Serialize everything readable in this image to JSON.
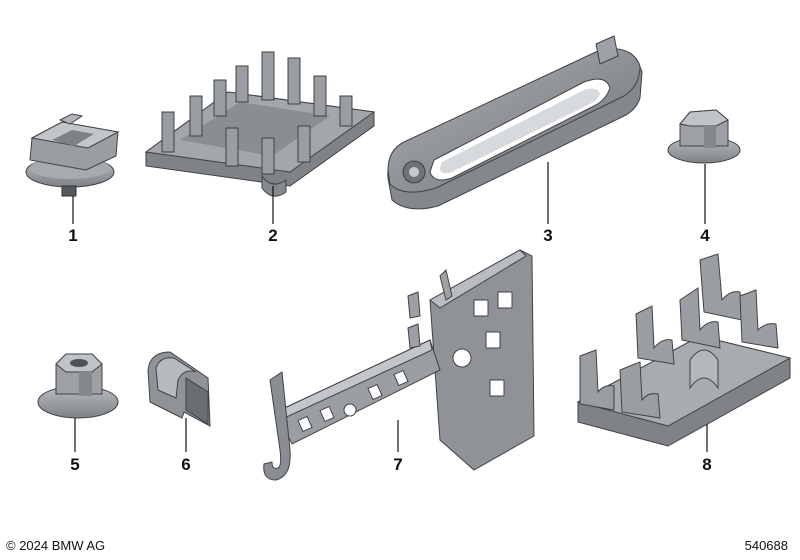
{
  "parts": [
    {
      "number": "1",
      "shape": "clip-nut"
    },
    {
      "number": "2",
      "shape": "cable-holder-frame"
    },
    {
      "number": "3",
      "shape": "oblong-frame-bracket"
    },
    {
      "number": "4",
      "shape": "cap-nut"
    },
    {
      "number": "5",
      "shape": "collar-hex-nut"
    },
    {
      "number": "6",
      "shape": "cable-clip"
    },
    {
      "number": "7",
      "shape": "holder-bracket-with-hook"
    },
    {
      "number": "8",
      "shape": "multi-clip-holder"
    }
  ],
  "footer": {
    "copyright": "© 2024 BMW AG",
    "diagram_id": "540688"
  },
  "colors": {
    "part_fill": "#8f9398",
    "part_light": "#b7bbbf",
    "part_dark": "#63676b",
    "outline": "#3f4245",
    "leader": "#111111"
  }
}
